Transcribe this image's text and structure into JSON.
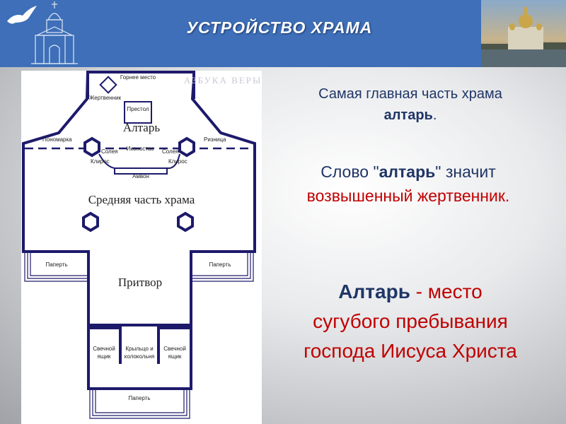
{
  "header": {
    "title": "УСТРОЙСТВО  ХРАМА",
    "colors": {
      "bar": "#3e6fb8",
      "plan_line": "#1d1a6b",
      "accent_red": "#c00000",
      "text_blue": "#1f3566"
    },
    "logo_icon": "dove-and-church-icon",
    "photo_icon": "cathedral-photo"
  },
  "plan": {
    "watermark": "АЗБУКА ВЕРЫ",
    "labels": {
      "gornee": "Горнее место",
      "zhertvennik": "Жертвенник",
      "prestol": "Престол",
      "altar": "Алтарь",
      "ponomarka": "Пономарка",
      "riznitsa": "Ризница",
      "soleya_left": "Солея",
      "soleya_right": "Солея",
      "ikonostas": "Иконостас",
      "klirosl_left": "Клирос",
      "kliros_right": "Клирос",
      "ambon": "Амвон",
      "middle": "Средняя часть храма",
      "paperty_left": "Паперть",
      "paperty_right": "Паперть",
      "pritvor": "Притвор",
      "svechnoy_left_1": "Свечной",
      "svechnoy_left_2": "ящик",
      "kryltso_1": "Крыльцо и",
      "kryltso_2": "колокольня",
      "svechnoy_right_1": "Свечной",
      "svechnoy_right_2": "ящик",
      "paperty_bottom": "Паперть"
    }
  },
  "text": {
    "line1": "Самая главная часть храма",
    "line2_bold": "алтарь",
    "line2_end": ".",
    "def_start": "Слово \"",
    "def_bold": "алтарь",
    "def_end": "\" значит",
    "def_line2": "возвышенный жертвенник.",
    "main_bold": "Алтарь",
    "main_rest": " - место",
    "main_line2": "сугубого пребывания",
    "main_line3": "господа Иисуса Христа"
  }
}
